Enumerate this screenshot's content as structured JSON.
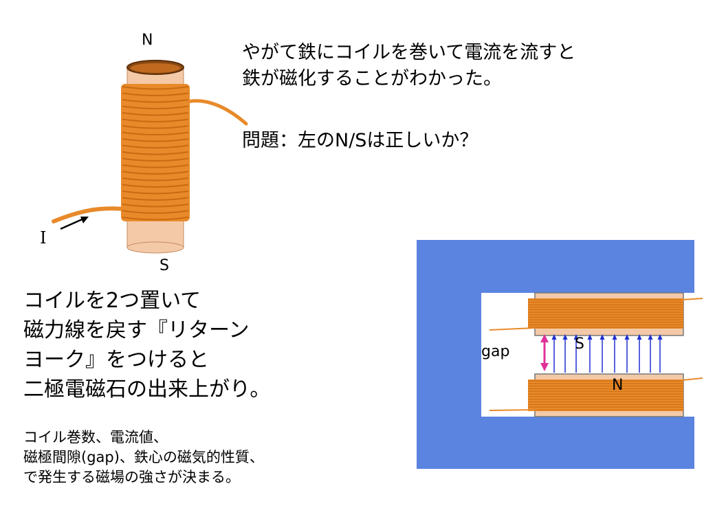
{
  "intro_text": {
    "line1": "やがて鉄にコイルを巻いて電流を流すと",
    "line2": "鉄が磁化することがわかった。"
  },
  "question": "問題：左のN/Sは正しいか？",
  "coil_diagram": {
    "north_label": "N",
    "south_label": "S",
    "current_label": "I",
    "colors": {
      "copper": "#e88a2a",
      "core": "#f4c9a8",
      "rim": "#8a4a12"
    }
  },
  "explanation": {
    "line1": "コイルを2つ置いて",
    "line2": "磁力線を戻す『リターン",
    "line3": "ヨーク』をつけると",
    "line4": "二極電磁石の出来上がり。"
  },
  "notes": {
    "line1": "コイル巻数、電流値、",
    "line2": "磁極間隙(gap)、鉄心の磁気的性質、",
    "line3": "で発生する磁場の強さが決まる。"
  },
  "dipole_diagram": {
    "gap_label": "gap",
    "upper_pole_label": "S",
    "lower_pole_label": "N",
    "colors": {
      "yoke": "#5b84e0",
      "field_lines": "#1f2fd0",
      "gap_arrow": "#e0309a",
      "coil": "#e88a2a"
    }
  }
}
